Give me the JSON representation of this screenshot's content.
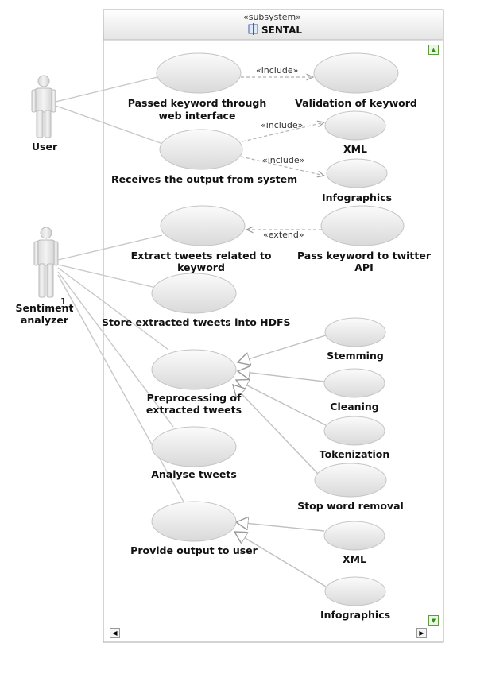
{
  "subsystem": {
    "stereotype": "«subsystem»",
    "name": "SENTAL"
  },
  "actors": [
    {
      "id": "user",
      "label": "User"
    },
    {
      "id": "sentiment",
      "label_line1": "Sentiment",
      "label_line2": "analyzer"
    }
  ],
  "multiplicity": [
    "1",
    "1"
  ],
  "usecases": {
    "passed_keyword": {
      "line1": "Passed keyword through",
      "line2": "web interface"
    },
    "validation": {
      "line1": "Validation of keyword"
    },
    "receives_output": {
      "line1": "Receives the output from system"
    },
    "xml1": {
      "line1": "XML"
    },
    "infographics1": {
      "line1": "Infographics"
    },
    "extract_tweets": {
      "line1": "Extract tweets related to",
      "line2": "keyword"
    },
    "pass_keyword": {
      "line1": "Pass keyword to twitter",
      "line2": "API"
    },
    "store_tweets": {
      "line1": "Store extracted tweets into HDFS"
    },
    "preprocessing": {
      "line1": "Preprocessing of",
      "line2": "extracted tweets"
    },
    "stemming": {
      "line1": "Stemming"
    },
    "cleaning": {
      "line1": "Cleaning"
    },
    "tokenization": {
      "line1": "Tokenization"
    },
    "stop_word": {
      "line1": "Stop word removal"
    },
    "analyse": {
      "line1": "Analyse tweets"
    },
    "provide_output": {
      "line1": "Provide output to user"
    },
    "xml2": {
      "line1": "XML"
    },
    "infographics2": {
      "line1": "Infographics"
    }
  },
  "relations": {
    "include1": "«include»",
    "include2": "«include»",
    "include3": "«include»",
    "extend1": "«extend»"
  },
  "controls": {
    "scroll_up": "▲",
    "scroll_down": "▼",
    "scroll_left": "◀",
    "scroll_right": "▶"
  }
}
